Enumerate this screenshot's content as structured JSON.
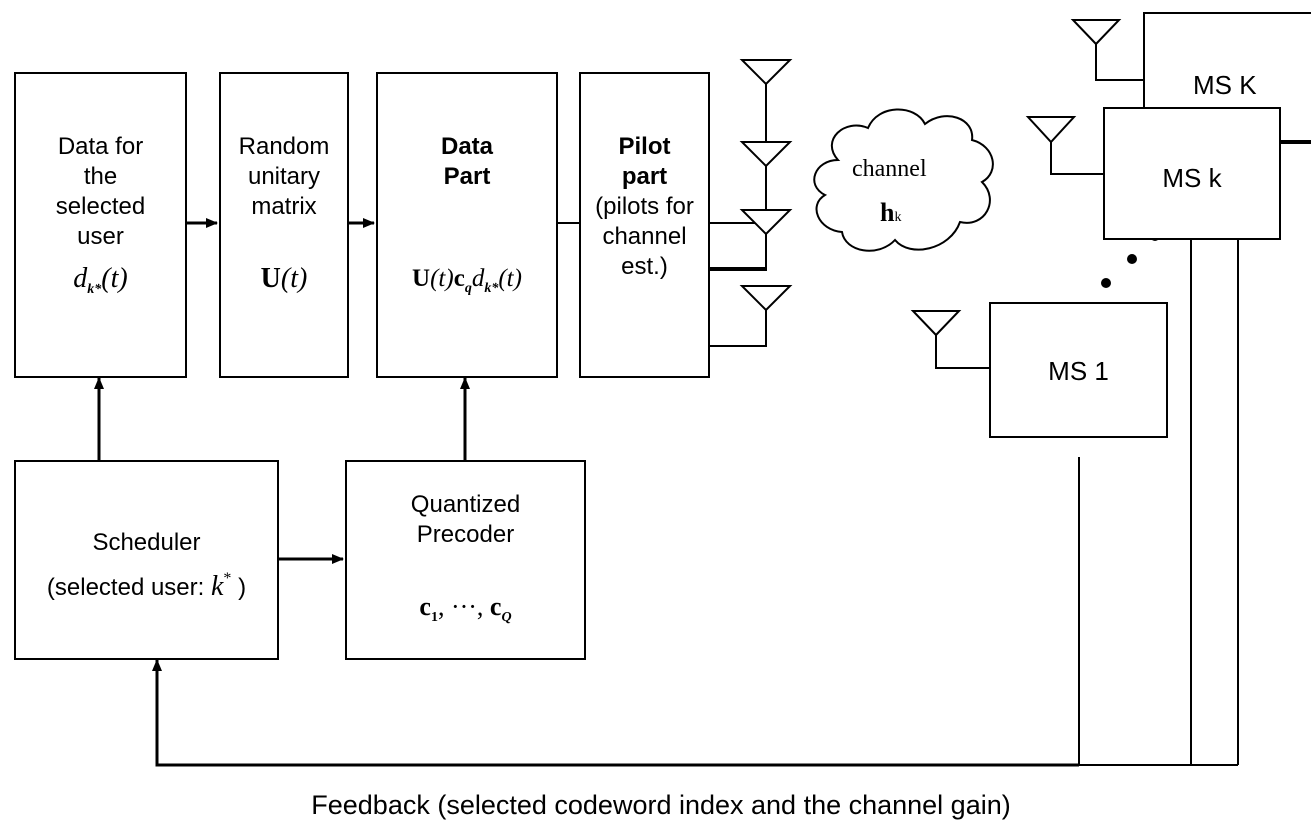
{
  "blocks": {
    "data_user": {
      "lines": [
        "Data for",
        "the",
        "selected",
        "user"
      ],
      "formula": {
        "sym": "d",
        "sub": "k*",
        "arg": "(t)"
      }
    },
    "unitary": {
      "lines": [
        "Random",
        "unitary",
        "matrix"
      ],
      "formula": {
        "sym": "U",
        "arg": "(t)"
      }
    },
    "data_part": {
      "lines": [
        "Data",
        "Part"
      ],
      "formula": {
        "u": "U",
        "t": "(t)",
        "c": "c",
        "c_sub": "q",
        "d": "d",
        "d_sub": "k*",
        "d_arg": "(t)"
      }
    },
    "pilot": {
      "bold_lines": [
        "Pilot",
        "part"
      ],
      "lines": [
        "(pilots for",
        "channel",
        "est.)"
      ]
    },
    "scheduler": {
      "lines": [
        "Scheduler",
        "(selected user:"
      ],
      "k": "k",
      "k_sup": "*",
      "close": ")"
    },
    "precoder": {
      "lines": [
        "Quantized",
        "Precoder"
      ],
      "formula": {
        "c1": "c",
        "c1_sub": "1",
        "dots": ", ···, ",
        "cq": "c",
        "cq_sub": "Q"
      }
    },
    "channel": {
      "label": "channel",
      "h": "h",
      "h_sub": "k"
    },
    "ms_K": {
      "label": "MS K"
    },
    "ms_k": {
      "label": "MS k"
    },
    "ms_1": {
      "label": "MS 1"
    }
  },
  "feedback_label": "Feedback (selected codeword index and the channel gain)"
}
